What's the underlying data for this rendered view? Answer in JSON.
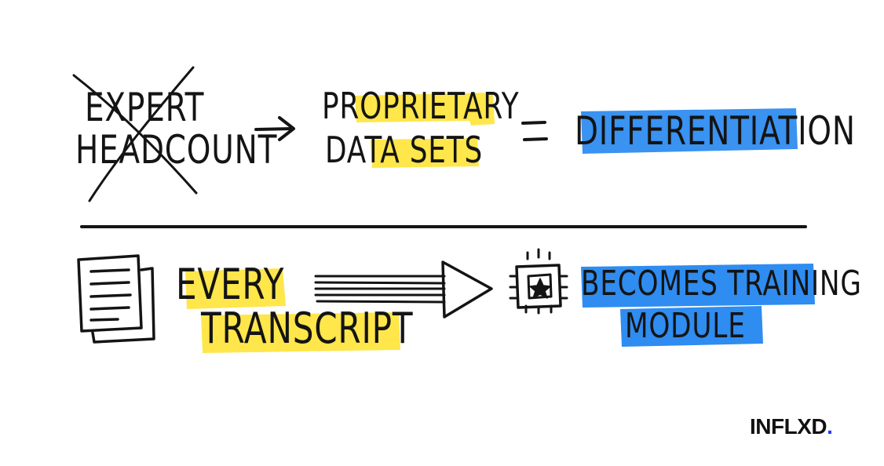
{
  "top_row": {
    "crossed_out_line1": "EXPERT",
    "crossed_out_line2": "HEADCOUNT",
    "middle_line1": "PROPRIETARY",
    "middle_line2": "DATA SETS",
    "equals_result": "DIFFERENTIATION"
  },
  "bottom_row": {
    "source_line1": "EVERY",
    "source_line2": "TRANSCRIPT",
    "result_line1": "BECOMES TRAINING",
    "result_line2": "MODULE"
  },
  "brand": {
    "name": "INFLXD",
    "dot": ".",
    "dot_color": "#1a3cff"
  },
  "colors": {
    "highlight_yellow": "#ffe64a",
    "highlight_blue": "#2f8cf0",
    "ink": "#141414"
  },
  "icons": [
    "document-stack-icon",
    "chip-star-icon",
    "arrow-icon",
    "double-line-arrow-icon",
    "cross-out-icon",
    "equals-icon"
  ]
}
